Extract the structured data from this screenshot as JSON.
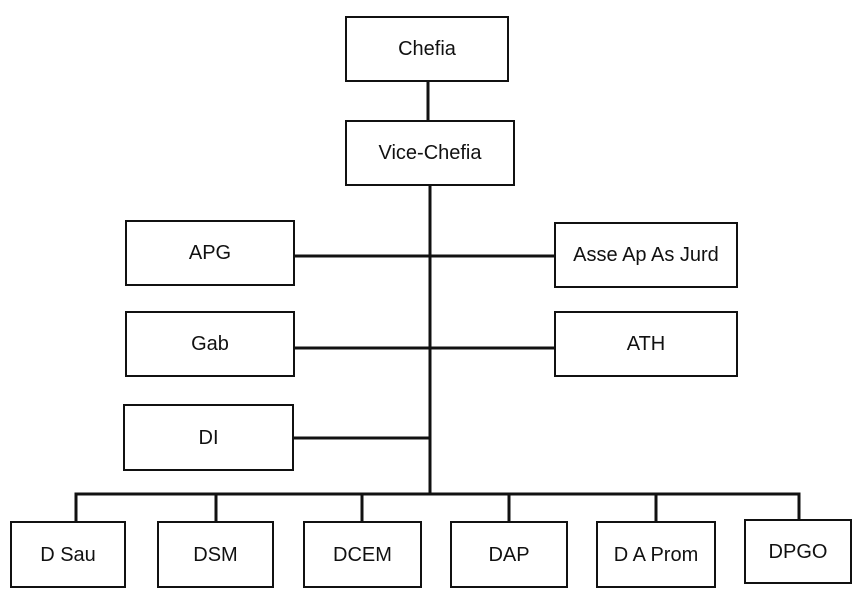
{
  "org_chart": {
    "top": {
      "chefia": "Chefia"
    },
    "deputy": {
      "vice_chefia": "Vice-Chefia"
    },
    "staff_left": [
      "APG",
      "Gab",
      "DI"
    ],
    "staff_right": [
      "Asse Ap As Jurd",
      "ATH"
    ],
    "directorates": [
      "D Sau",
      "DSM",
      "DCEM",
      "DAP",
      "D A Prom",
      "DPGO"
    ]
  },
  "colors": {
    "line": "#111111",
    "box_border": "#111111",
    "box_fill": "#ffffff",
    "text": "#111111"
  }
}
